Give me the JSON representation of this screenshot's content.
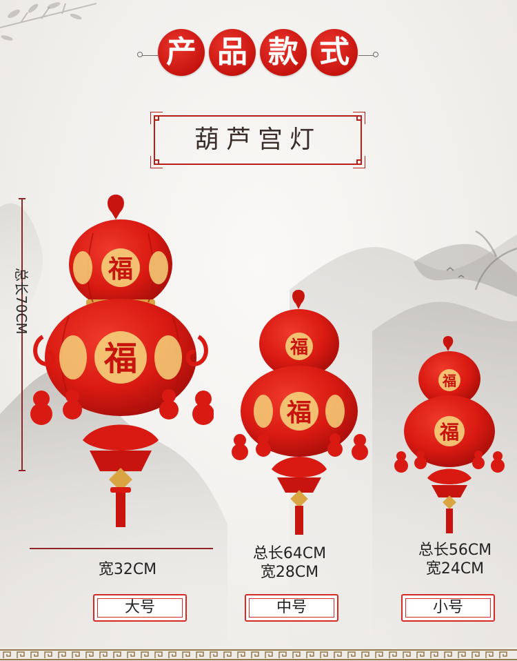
{
  "header": {
    "title_chars": [
      "产",
      "品",
      "款",
      "式"
    ]
  },
  "subtitle": "葫芦宫灯",
  "lantern_chars": {
    "fu": "福"
  },
  "sizes": [
    {
      "label": "大号",
      "total": "总长70CM",
      "width": "宽32CM"
    },
    {
      "label": "中号",
      "total": "总长64CM",
      "width": "宽28CM"
    },
    {
      "label": "小号",
      "total": "总长56CM",
      "width": "宽24CM"
    }
  ],
  "colors": {
    "accent": "#c8140f",
    "gold": "#d9a441",
    "ink": "#3a2d2a"
  }
}
